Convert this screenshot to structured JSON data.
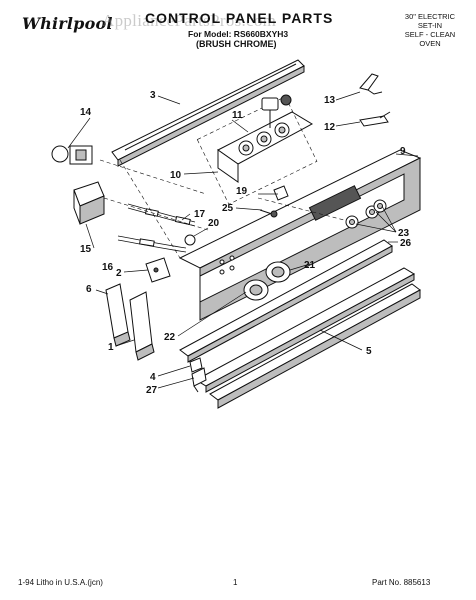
{
  "header": {
    "brand": "Whirlpool",
    "watermark": "AppliancePartsPros.com",
    "title": "CONTROL PANEL PARTS",
    "model": "For Model: RS660BXYH3",
    "finish": "(BRUSH CHROME)",
    "spec_lines": [
      "30\" ELECTRIC",
      "SET-IN",
      "SELF - CLEAN",
      "OVEN"
    ]
  },
  "callouts": {
    "c1": "1",
    "c2": "2",
    "c3": "3",
    "c4": "4",
    "c5": "5",
    "c6": "6",
    "c9": "9",
    "c10": "10",
    "c11": "11",
    "c12": "12",
    "c13": "13",
    "c14": "14",
    "c15": "15",
    "c16": "16",
    "c17": "17",
    "c19": "19",
    "c20": "20",
    "c21": "21",
    "c22": "22",
    "c23": "23",
    "c25": "25",
    "c26": "26",
    "c27": "27"
  },
  "footer": {
    "left": "1-94 Litho in U.S.A.(jcn)",
    "center": "1",
    "right": "Part No. 885613"
  }
}
